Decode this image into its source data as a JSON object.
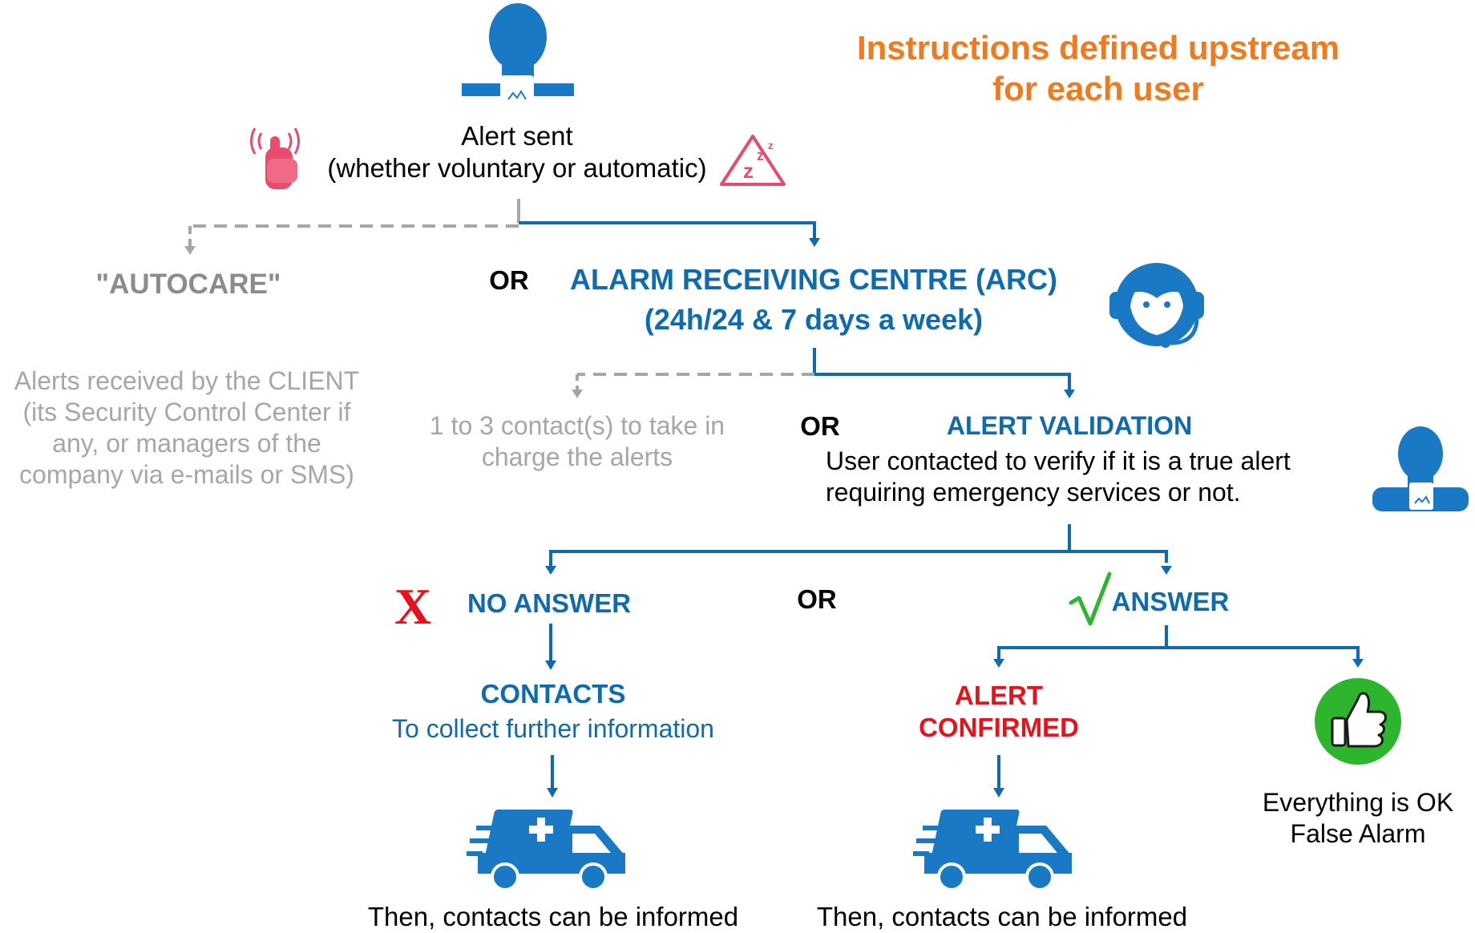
{
  "colors": {
    "blue": "#0f6bb0",
    "grey": "#a6a6a6",
    "red": "#e8121c",
    "orange": "#f07a1e",
    "green": "#2db52d",
    "pink": "#e84b6b"
  },
  "header": {
    "title_line1": "Instructions defined upstream",
    "title_line2": "for each user"
  },
  "alert": {
    "line1": "Alert sent",
    "line2": "(whether voluntary or automatic)"
  },
  "autocare": {
    "title": "\"AUTOCARE\"",
    "desc_line1": "Alerts received by the CLIENT",
    "desc_line2": "(its Security Control Center if",
    "desc_line3": "any, or  managers of the",
    "desc_line4": "company via e-mails or SMS)"
  },
  "or_labels": {
    "or1": "OR",
    "or2": "OR",
    "or3": "OR"
  },
  "arc": {
    "line1": "ALARM RECEIVING CENTRE (ARC)",
    "line2": "(24h/24 & 7 days a week)"
  },
  "contacts_option": {
    "line1": "1 to 3 contact(s) to take in",
    "line2": "charge the alerts"
  },
  "validation": {
    "title": "ALERT VALIDATION",
    "line1": "User contacted to verify if it is a true alert",
    "line2": "requiring emergency services or not."
  },
  "no_answer": {
    "label": "NO ANSWER",
    "mark": "X"
  },
  "answer": {
    "label": "ANSWER",
    "mark": "√"
  },
  "contacts": {
    "title": "CONTACTS",
    "desc": "To collect further information",
    "footer": "Then, contacts can be informed"
  },
  "confirmed": {
    "line1": "ALERT",
    "line2": "CONFIRMED",
    "footer": "Then, contacts can be informed"
  },
  "ok": {
    "line1": "Everything is OK",
    "line2": "False Alarm"
  },
  "icons": [
    "user-icon",
    "touch-alert-icon",
    "sleep-warning-icon",
    "operator-headset-icon",
    "user-icon",
    "ambulance-icon",
    "ambulance-icon",
    "thumbs-up-icon"
  ]
}
